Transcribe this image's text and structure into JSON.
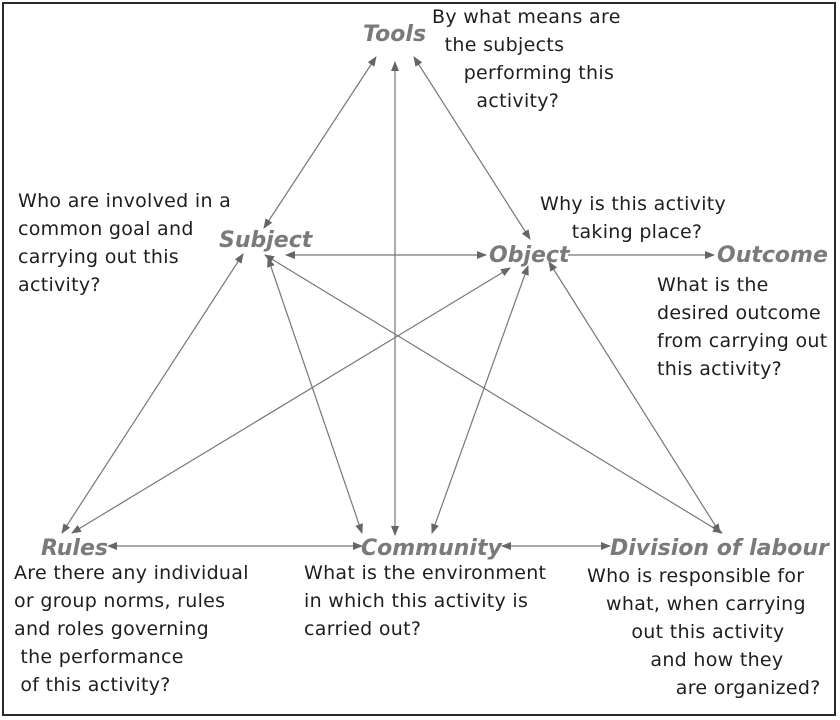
{
  "nodes": {
    "tools": "Tools",
    "subject": "Subject",
    "object": "Object",
    "outcome": "Outcome",
    "rules": "Rules",
    "community": "Community",
    "division": "Division of labour"
  },
  "questions": {
    "tools": "By what means are\n  the subjects\n     performing this\n       activity?",
    "subject": "Who are involved in a\ncommon goal and\ncarrying out this\nactivity?",
    "object": "Why is this activity\n     taking place?",
    "outcome": "What is the\ndesired outcome\nfrom carrying out\nthis activity?",
    "rules": "Are there any individual\nor group norms, rules\nand roles governing\n the performance\n of this activity?",
    "community": "What is the environment\nin which this activity is\ncarried out?",
    "division": "Who is responsible for\n   what, when carrying\n       out this activity\n          and how they\n              are organized?"
  },
  "colors": {
    "node_text": "#7a7a7a",
    "arrow": "#777777",
    "text": "#1e1e1e",
    "border": "#2a2a2a"
  }
}
